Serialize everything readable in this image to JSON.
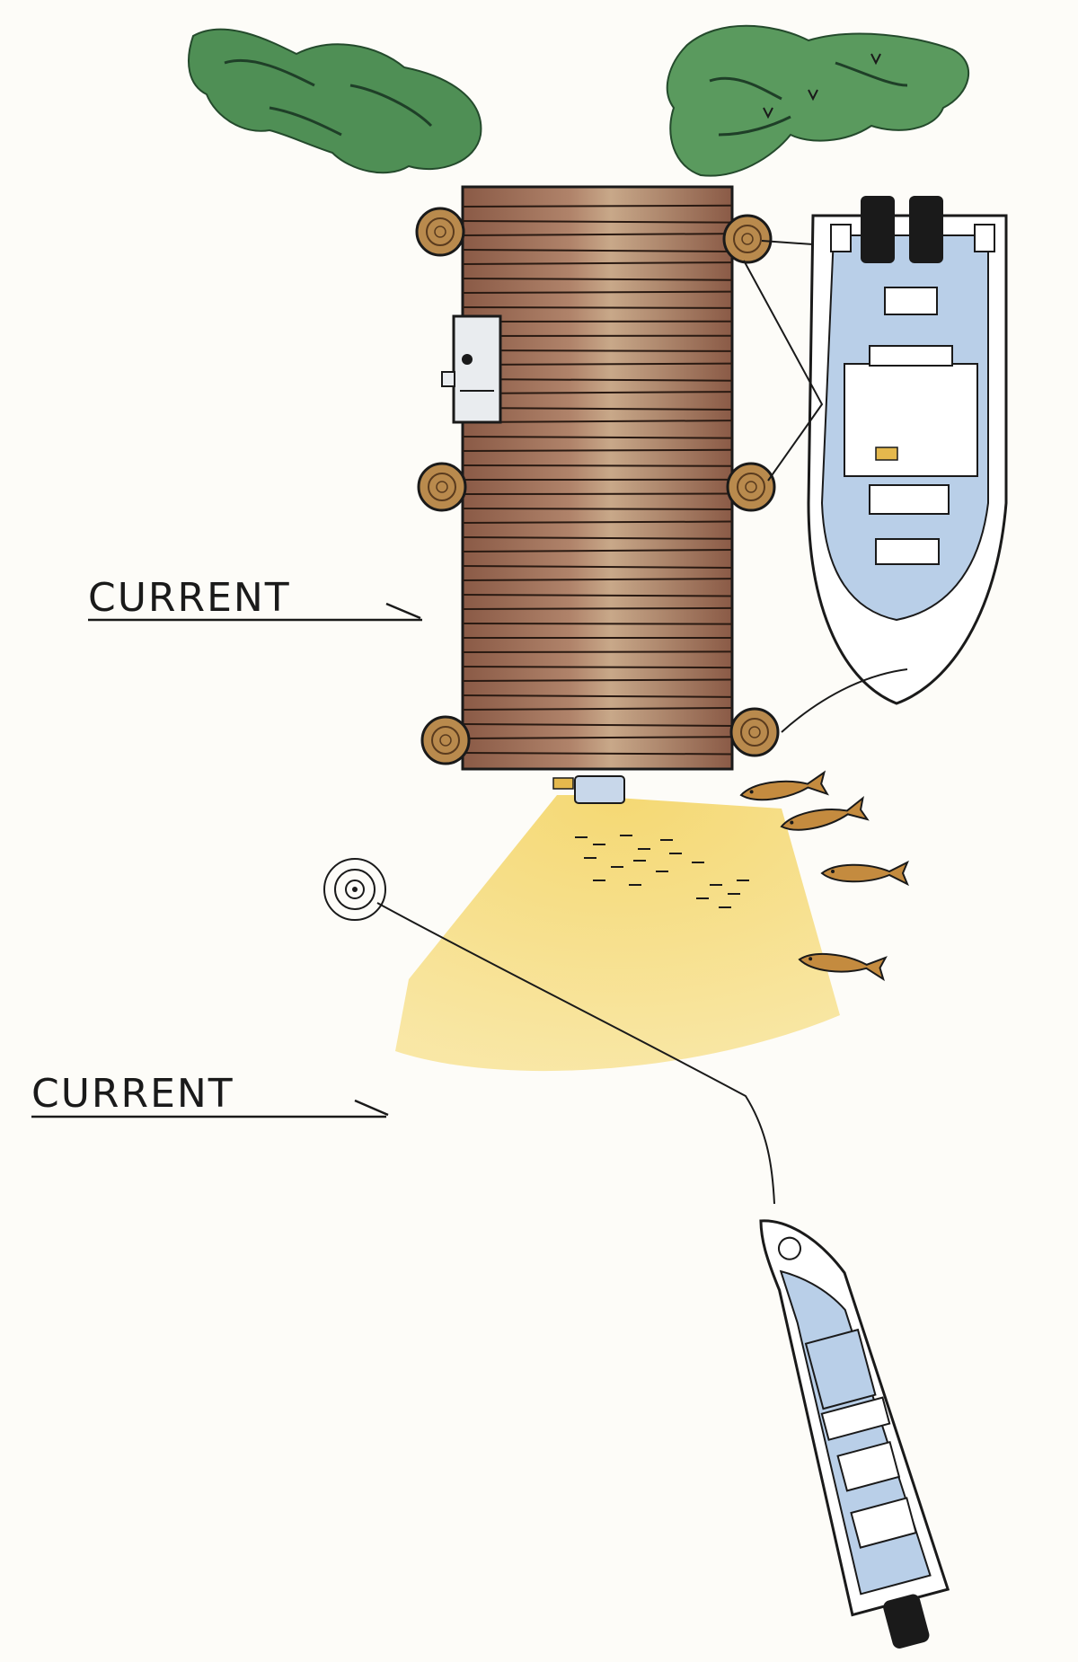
{
  "labels": {
    "current_top": "CURRENT",
    "current_bottom": "CURRENT"
  },
  "icons": {
    "trees": "tree-canopy-icon",
    "dock": "dock-icon",
    "dock_light": "underwater-light-icon",
    "fish": "fish-icon",
    "anchor_float": "anchor-buoy-icon"
  },
  "colors": {
    "water_bg": "#fdfcf8",
    "dock_wood": "#9a6a52",
    "light_cone": "#f6da72",
    "boat_deck": "#b9cfe8",
    "tree_green": "#4f8f55",
    "piling": "#b98a4d",
    "fish": "#c48b3f"
  },
  "counts": {
    "fish_shown": 4
  }
}
